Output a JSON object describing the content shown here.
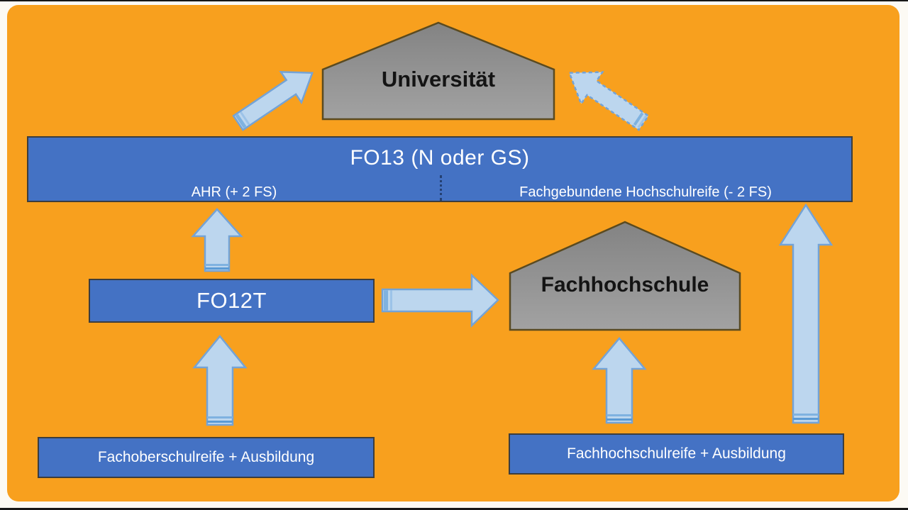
{
  "colors": {
    "background_orange": "#F8A01E",
    "box_blue": "#4472C4",
    "box_border_gray": "#3D3D3D",
    "arrow_fill_light_blue": "#BCD6EE",
    "arrow_border_blue": "#74A3D6",
    "arrow_stripe_blue": "#5B9BD5",
    "house_gray_top": "#838383",
    "house_gray_bottom": "#A2A2A2",
    "house_border_olive": "#5A4A20",
    "divider_dot_navy": "#1F3864",
    "text_white": "#FFFFFF",
    "text_black": "#141414"
  },
  "diagram": {
    "universitaet": {
      "label": "Universität"
    },
    "fachhochschule": {
      "label": "Fachhochschule"
    },
    "fo13": {
      "title": "FO13 (N oder GS)",
      "left_label": "AHR (+ 2 FS)",
      "right_label": "Fachgebundene Hochschulreife (- 2 FS)"
    },
    "fo12t": {
      "label": "FO12T"
    },
    "fachoberschulreife": {
      "label": "Fachoberschulreife + Ausbildung"
    },
    "fachhochschulreife": {
      "label": "Fachhochschulreife + Ausbildung"
    },
    "icons": {
      "house_shape": "pentagon-house",
      "up_arrow": "block-arrow-up",
      "right_arrow": "block-arrow-right",
      "diag_up_right_arrow": "block-arrow-up-right",
      "diag_up_left_arrow_dashed": "block-arrow-up-left-dashed"
    }
  }
}
